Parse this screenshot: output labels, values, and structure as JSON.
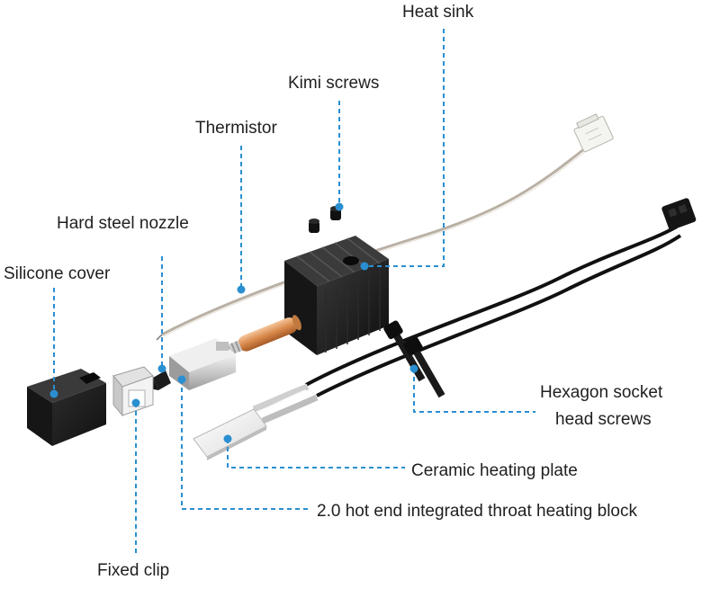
{
  "accent_color": "#2a8fd0",
  "labels": {
    "heat_sink": "Heat sink",
    "kimi_screws": "Kimi screws",
    "thermistor": "Thermistor",
    "hard_steel_nozzle": "Hard steel nozzle",
    "silicone_cover": "Silicone cover",
    "hexagon_line1": "Hexagon socket",
    "hexagon_line2": "head screws",
    "ceramic_heating_plate": "Ceramic heating plate",
    "heating_block": "2.0 hot end integrated throat heating block",
    "fixed_clip": "Fixed clip"
  }
}
